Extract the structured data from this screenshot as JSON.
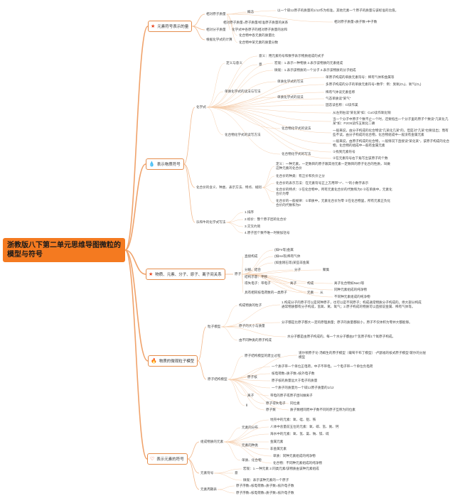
{
  "root": {
    "title": "浙教版八下第二单元思维导图微粒的模型与符号"
  },
  "sections": [
    {
      "label": "元素符号表示的量",
      "icon": "★",
      "icon_name": "star-icon",
      "icon_color": "#e8421a",
      "items": [
        "相对原子质量",
        "概念",
        "以一个碳12原子的质量的1/12作为标准，其他元素一个原子的质量与该标准的比值。",
        "相对原子质量=原子质量/标准原子质量的关系",
        "相对原子质量≈质子数+中子数",
        "相对分子质量",
        "化学式中各原子的相对原子质量的总和",
        "根据化学式的计算",
        "化合物中各元素的质量比",
        "化合物中某元素的质量分数"
      ]
    },
    {
      "label": "表示物质符号",
      "icon": "💧",
      "icon_name": "water-drop-icon",
      "icon_color": "#2a7bd6",
      "items": [
        "化学式",
        "定义与意义",
        "意义：用元素符号和数字表示物质组成的式子",
        "意",
        "宏观：1.表示一种物质 2.表示该物质的元素组成",
        "微观：1.表示该物质的一个分子 2.表示该物质的分子组成",
        "单质化学式的读法与写法",
        "单质化学式的写法",
        "单质化学式的读法",
        "单原子构成的单质元素符号：稀有气体和金属等",
        "多原子构成的分子的单质元素符号+数字：例：臭氧(O₃)、氧气(O₂)",
        "稀有气体读元素名称",
        "气态单质读\"某气\"",
        "固态读名称：Cl读作氯",
        "化合物化学式的读写方法",
        "化合物化学式的读法",
        "从左到右读\"某化某\"如：CuO读作氧化铜",
        "当一个分子中原子个数不止一个时，还要指出一个分子里的原子个数读\"几某化几某\"如：P2O5读作五氧化二磷",
        "一般来说，由分子构成的化合物读\"几某化几某\"的，但是对\"几某\"也要读出；而有些不读，由分子构成的化合物，化合物组成中一般没有金属元素",
        "一般来说，由原子构成的化合物，一般情况下直接读\"某化某\"，该原子构成的化合物，化合物的组成中一般有金属元素",
        "化合物化学式的写法",
        "①找到元素符号",
        "②在元素符号右下角写出该原子的个数",
        "化合价的含义、种类、表示方法、特点、规则",
        "定义：一种元素，一定数目的原子跟其他元素一定数目的原子化合的性质，叫做这种元素的化合价",
        "化合价的种类：有正价和负价之分",
        "化合价的表示方法：在元素符号正上方用带\"+\"、\"-\"的小数字表示",
        "化合价的特点：①在化合物中，所有元素化合价的代数和为0 ②在单质中，元素化合价为零",
        "化合价的一般规律：①单质中，元素化合价为零 ②在化合物里，所有元素正负化合价的代数和为0",
        "乐和牛的化学式写法",
        "1.排序",
        "2.标价：整个原子团的化合价",
        "3.交叉约简",
        "4.原子团个数不唯一时要加括号"
      ]
    },
    {
      "label": "物质、元素、分子、原子、离子间关系",
      "icon": "★",
      "icon_name": "star-icon",
      "icon_color": "#e8421a",
      "items": [
        "原子",
        "直接构成",
        "(如Fe等)金属",
        "(如He等)稀有气体",
        "(如金刚石等)某些非金属",
        "分解、结合",
        "分子",
        "聚集",
        "结构示意：平移",
        "得失电子：带电子",
        "离子",
        "构成",
        "离子化合物如NaCl等",
        "具有相同核电荷数的一类原子",
        "元素",
        "从",
        "同种元素组成的纯净物",
        "不同种元素组成的纯净物"
      ]
    },
    {
      "label": "物质的微观粒子模型",
      "icon": "🔥",
      "icon_name": "fire-icon",
      "icon_color": "#e8421a",
      "items": [
        "粒子模型",
        "构成物质的粒子",
        "1.构成分子的原子可以是同种原子，也可以是不同原子；构成通常物质分子构成的。绝大部分构成通常物质都有分子构成，氢氧、氮、氧气；2.原子构成的物质可以直接说金属、稀有气体等。",
        "原子的大小与质量",
        "分子都是比原子都大一定的原理质量；原子的质量都很小，原子不仅体积为零并大都能够。",
        "由不同种类的原子构成",
        "水分子都是由原子构成的，每一个水分子都由2个氢原子和1个氧原子构成。",
        "原子结构模型",
        "原子结构模型的建立过程",
        "道尔顿原子论-汤姆生的原子模型（葡萄干布丁模型）-卢瑟福的核式原子模型-玻尔的分层模型",
        "原子核",
        "一个质子带一个单位正电荷，中子不带电，一个电子带一个单位负电荷",
        "核电荷数=质子数=核外电子数",
        "原子核的质量远大于电子的质量",
        "一个质子的质量为一个碳12原子质量的1/12",
        "离子",
        "带电的原子或原子团叫做离子",
        "原子得失电子",
        "原子数",
        "同位素",
        "质子数相同而中子数不同的原子互称为同位素",
        "Ⅱ"
      ]
    },
    {
      "label": "表示元素的符号",
      "icon": "♡",
      "icon_name": "heart-icon",
      "icon_color": "#e8421a",
      "items": [
        "组成物质的元素",
        "元素的分布",
        "地壳中的元素：氧、硅、铝、铁",
        "人体中含量前五位的元素：氧、碳、氢、氮、钙",
        "海水中的元素：氧、氢、氯、钠、镁、硫",
        "元素的种类",
        "金属元素",
        "非金属元素",
        "单质、化合物",
        "单质：同种元素组成的纯净物",
        "化合物：不同种元素组成的纯净物",
        "元素符号",
        "意",
        "宏观：1.一种元素 2.同类元素/该物质由该种元素组成",
        "微观：表示该种元素的一个原子",
        "元素周期表",
        "原子序数=核电荷数=质子数=核外电子数",
        "原子序数=核电荷数=质子数=核外电子数"
      ]
    }
  ]
}
